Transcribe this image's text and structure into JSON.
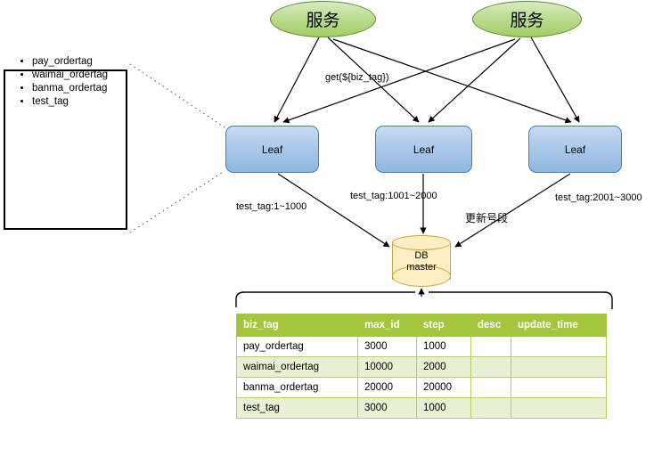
{
  "diagram": {
    "title": "Leaf segment mode architecture",
    "colors": {
      "service_fill": "#9fce63",
      "leaf_fill": "#8fb6de",
      "db_fill": "#fdeec3",
      "table_header": "#a4c63f",
      "table_row_alt": "#e9f0d4",
      "line": "#000000"
    },
    "services": [
      {
        "label": "服务"
      },
      {
        "label": "服务"
      }
    ],
    "leaves": [
      {
        "label": "Leaf"
      },
      {
        "label": "Leaf"
      },
      {
        "label": "Leaf"
      }
    ],
    "database": {
      "line1": "DB",
      "line2": "master"
    },
    "edge_labels": {
      "get_call": "get(${biz_tag})",
      "segment_left": "test_tag:1~1000",
      "segment_middle": "test_tag:1001~2000",
      "segment_right": "test_tag:2001~3000",
      "update_segment": "更新号段"
    },
    "legend": {
      "items": [
        "pay_ordertag",
        "waimai_ordertag",
        "banma_ordertag",
        "test_tag"
      ]
    },
    "table": {
      "columns": [
        "biz_tag",
        "max_id",
        "step",
        "desc",
        "update_time"
      ],
      "rows": [
        {
          "biz_tag": "pay_ordertag",
          "max_id": "3000",
          "step": "1000",
          "desc": "",
          "update_time": ""
        },
        {
          "biz_tag": "waimai_ordertag",
          "max_id": "10000",
          "step": "2000",
          "desc": "",
          "update_time": ""
        },
        {
          "biz_tag": "banma_ordertag",
          "max_id": "20000",
          "step": "20000",
          "desc": "",
          "update_time": ""
        },
        {
          "biz_tag": "test_tag",
          "max_id": "3000",
          "step": "1000",
          "desc": "",
          "update_time": ""
        }
      ]
    }
  }
}
